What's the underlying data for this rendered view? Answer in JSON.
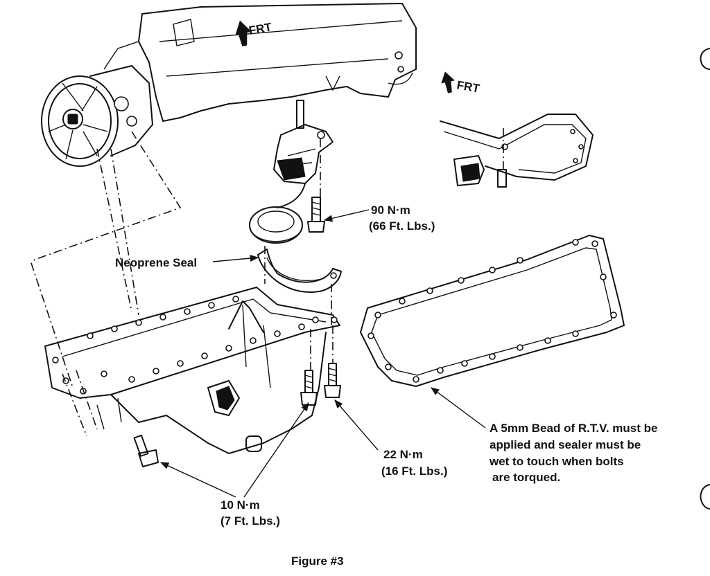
{
  "labels": {
    "frt_main": "FRT",
    "frt_detail": "FRT",
    "torque_90_nm": "90 N·m",
    "torque_90_ft": "(66 Ft. Lbs.)",
    "neoprene_seal": "Neoprene Seal",
    "torque_22_nm": "22 N·m",
    "torque_22_ft": "(16 Ft. Lbs.)",
    "torque_10_nm": "10 N·m",
    "torque_10_ft": "(7 Ft. Lbs.)",
    "rtv_line1": "A 5mm Bead of R.T.V. must be",
    "rtv_line2": "applied and sealer must be",
    "rtv_line3": "wet to touch when bolts",
    "rtv_line4": "are torqued.",
    "caption": "Figure #3"
  }
}
